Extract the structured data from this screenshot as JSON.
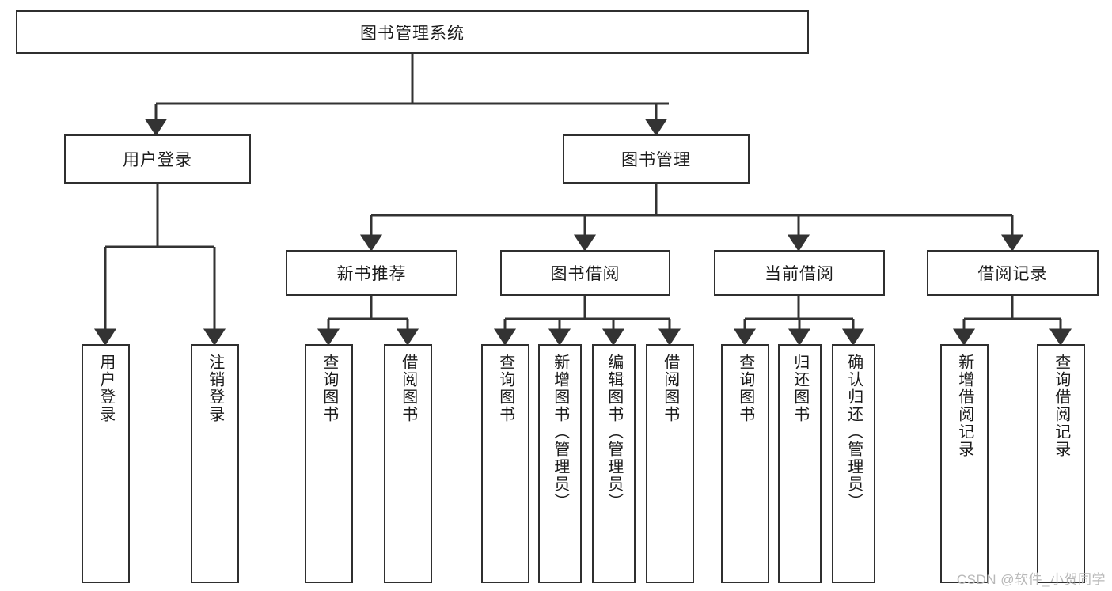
{
  "diagram": {
    "title": "图书管理系统",
    "type": "tree",
    "colors": {
      "box_border": "#2f2f2f",
      "box_fill": "#ffffff",
      "edge": "#333333",
      "text": "#1b1b1b",
      "watermark": "#b8b8b8",
      "background": "#ffffff"
    },
    "watermark": "CSDN @软件_小贺同学",
    "nodes": {
      "root": {
        "label": "图书管理系统",
        "level": 1
      },
      "l2": [
        {
          "id": "user-login",
          "label": "用户登录",
          "level": 2
        },
        {
          "id": "book-manage",
          "label": "图书管理",
          "level": 2
        }
      ],
      "l3": [
        {
          "id": "new-book-recommend",
          "label": "新书推荐",
          "level": 3,
          "parent": "book-manage"
        },
        {
          "id": "book-borrow",
          "label": "图书借阅",
          "level": 3,
          "parent": "book-manage"
        },
        {
          "id": "current-borrow",
          "label": "当前借阅",
          "level": 3,
          "parent": "book-manage"
        },
        {
          "id": "borrow-record",
          "label": "借阅记录",
          "level": 3,
          "parent": "book-manage"
        }
      ],
      "leaves": [
        {
          "id": "leaf-user-login",
          "label": "用户登录",
          "parent": "user-login"
        },
        {
          "id": "leaf-logout-login",
          "label": "注销登录",
          "parent": "user-login"
        },
        {
          "id": "leaf-query-book-rec",
          "label": "查询图书",
          "parent": "new-book-recommend"
        },
        {
          "id": "leaf-borrow-book-rec",
          "label": "借阅图书",
          "parent": "new-book-recommend"
        },
        {
          "id": "leaf-query-book-borrow",
          "label": "查询图书",
          "parent": "book-borrow"
        },
        {
          "id": "leaf-add-book-admin",
          "label": "新增图书（管理员）",
          "parent": "book-borrow"
        },
        {
          "id": "leaf-edit-book-admin",
          "label": "编辑图书（管理员）",
          "parent": "book-borrow"
        },
        {
          "id": "leaf-borrow-book",
          "label": "借阅图书",
          "parent": "book-borrow"
        },
        {
          "id": "leaf-query-book-current",
          "label": "查询图书",
          "parent": "current-borrow"
        },
        {
          "id": "leaf-return-book",
          "label": "归还图书",
          "parent": "current-borrow"
        },
        {
          "id": "leaf-confirm-return-admin",
          "label": "确认归还（管理员）",
          "parent": "current-borrow"
        },
        {
          "id": "leaf-add-borrow-record",
          "label": "新增借阅记录",
          "parent": "borrow-record"
        },
        {
          "id": "leaf-query-borrow-record",
          "label": "查询借阅记录",
          "parent": "borrow-record"
        }
      ]
    }
  }
}
